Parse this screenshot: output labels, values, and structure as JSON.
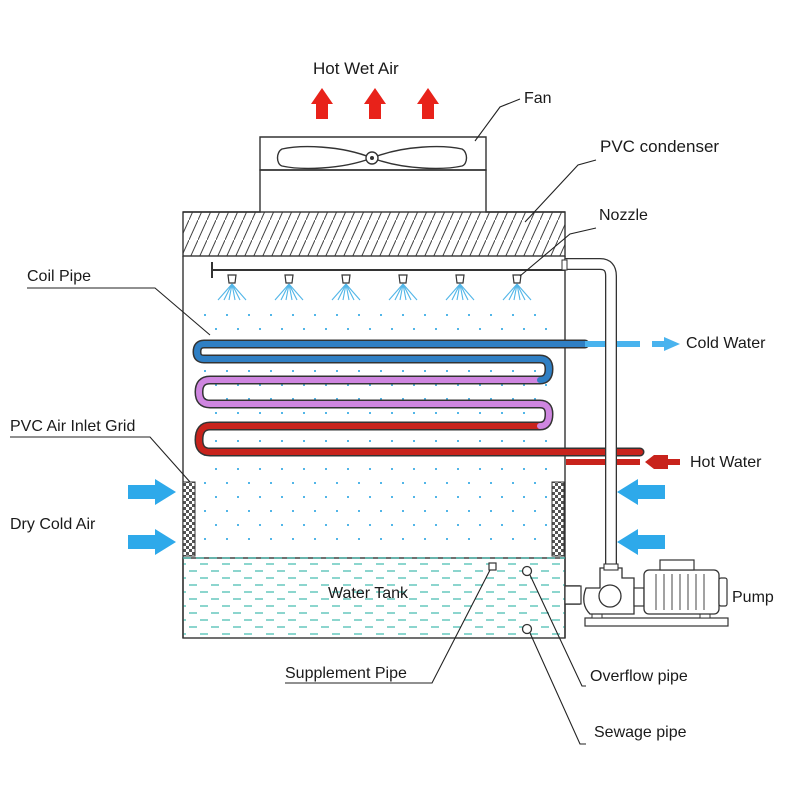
{
  "labels": {
    "hot_wet_air": "Hot Wet Air",
    "fan": "Fan",
    "pvc_condenser": "PVC condenser",
    "nozzle": "Nozzle",
    "coil_pipe": "Coil Pipe",
    "cold_water": "Cold Water",
    "pvc_air_inlet_grid": "PVC Air Inlet Grid",
    "hot_water": "Hot Water",
    "dry_cold_air": "Dry Cold Air",
    "water_tank": "Water Tank",
    "pump": "Pump",
    "supplement_pipe": "Supplement Pipe",
    "overflow_pipe": "Overflow pipe",
    "sewage_pipe": "Sewage pipe"
  },
  "icons": {
    "hot_air_arrow": "up-arrow-icon",
    "air_inlet_arrow": "right-arrow-icon",
    "fan": "fan-icon",
    "nozzle": "spray-nozzle-icon",
    "pump": "pump-icon"
  },
  "colors": {
    "hot_air": "#e8221a",
    "hot_pipe": "#c8231c",
    "warm_pipe": "#cf86e0",
    "cool_pipe": "#2f7fc4",
    "cold_flow": "#49b3ee",
    "dry_air": "#2ea9ea",
    "spray": "#52b6e8",
    "tank_water": "#3fb9ad"
  }
}
